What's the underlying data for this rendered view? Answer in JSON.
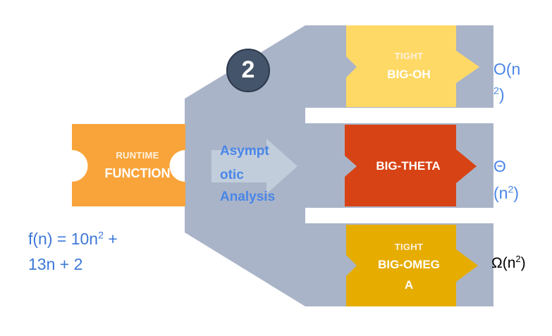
{
  "diagram": {
    "step_number": "2",
    "runtime_box": {
      "line1": "RUNTIME",
      "line2": "FUNCTION"
    },
    "analysis_label": {
      "line1": "Asympt",
      "line2": "otic",
      "line3": "Analysis"
    },
    "formula": {
      "part1": "f(n) = 10n",
      "sup1": "2",
      "part2": " +",
      "line2": "13n + 2"
    },
    "outputs": [
      {
        "name": "tight-big-oh",
        "line1": "TIGHT",
        "line2": "BIG-OH",
        "color": "#ffd966",
        "result_main": "O(n",
        "result_sup": "2",
        "result_close": ")",
        "result_color": "#4a86e8"
      },
      {
        "name": "big-theta",
        "line1": "",
        "line2": "BIG-THETA",
        "color": "#d84315",
        "result_main": "Θ",
        "result_line2": "(n",
        "result_sup": "2",
        "result_close": ")",
        "result_color": "#4a86e8"
      },
      {
        "name": "tight-big-omega",
        "line1": "TIGHT",
        "line2": "BIG-OMEG",
        "line3": "A",
        "color": "#e6ac00",
        "result_main": "Ω(n",
        "result_sup": "2",
        "result_close": ")",
        "result_color": "#000000"
      }
    ],
    "colors": {
      "funnel": "#aab4c8",
      "runtime": "#f9a43a",
      "step_circle": "#44546a",
      "arrow": "#c3cfdd"
    }
  }
}
